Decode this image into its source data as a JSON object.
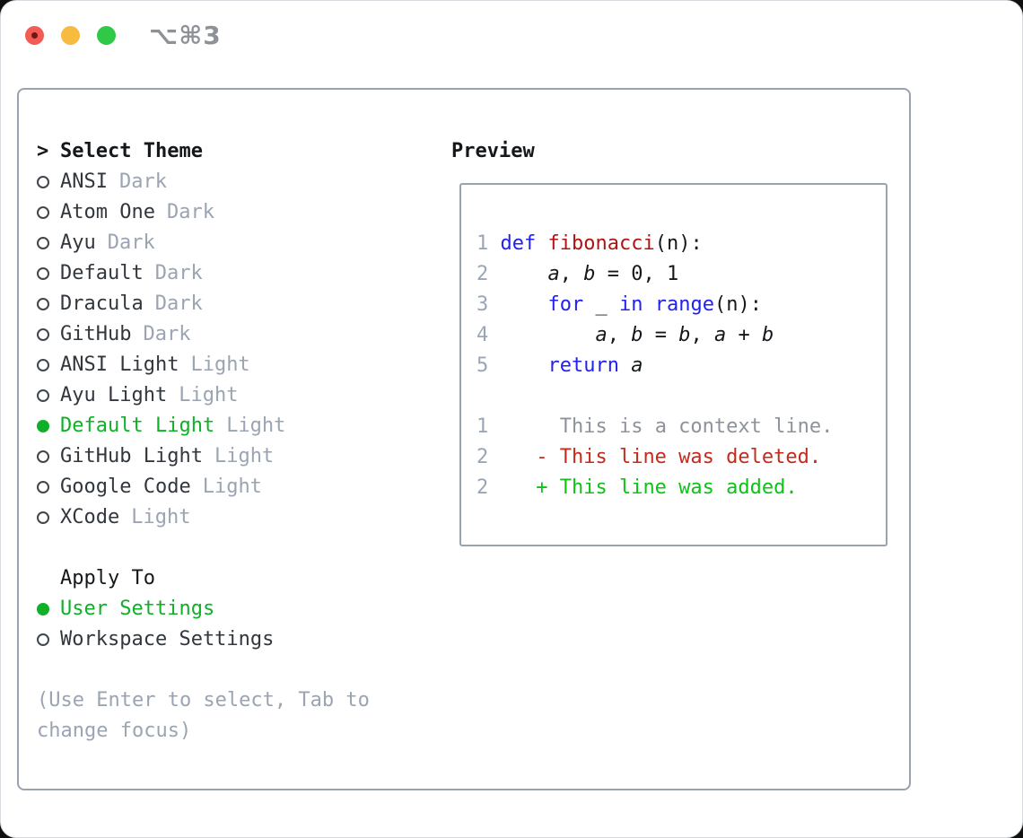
{
  "titlebar": {
    "shortcut": "⌥⌘3"
  },
  "theme_selector": {
    "prompt": ">",
    "title": "Select Theme",
    "items": [
      {
        "name": "ANSI",
        "variant": "Dark",
        "selected": false
      },
      {
        "name": "Atom One",
        "variant": "Dark",
        "selected": false
      },
      {
        "name": "Ayu",
        "variant": "Dark",
        "selected": false
      },
      {
        "name": "Default",
        "variant": "Dark",
        "selected": false
      },
      {
        "name": "Dracula",
        "variant": "Dark",
        "selected": false
      },
      {
        "name": "GitHub",
        "variant": "Dark",
        "selected": false
      },
      {
        "name": "ANSI Light",
        "variant": "Light",
        "selected": false
      },
      {
        "name": "Ayu Light",
        "variant": "Light",
        "selected": false
      },
      {
        "name": "Default Light",
        "variant": "Light",
        "selected": true
      },
      {
        "name": "GitHub Light",
        "variant": "Light",
        "selected": false
      },
      {
        "name": "Google Code",
        "variant": "Light",
        "selected": false
      },
      {
        "name": "XCode",
        "variant": "Light",
        "selected": false
      }
    ]
  },
  "apply_to": {
    "title": "Apply To",
    "options": [
      {
        "label": "User Settings",
        "selected": true
      },
      {
        "label": "Workspace Settings",
        "selected": false
      }
    ]
  },
  "help_lines": [
    "(Use Enter to select, Tab to",
    "change focus)"
  ],
  "preview": {
    "title": "Preview",
    "lines": [
      [
        [
          "1",
          "ln"
        ],
        [
          " ",
          "pl"
        ],
        [
          "def",
          "kw"
        ],
        [
          " ",
          "pl"
        ],
        [
          "fibonacci",
          "fn"
        ],
        [
          "(n):",
          "pl"
        ]
      ],
      [
        [
          "2",
          "ln"
        ],
        [
          "     ",
          "pl"
        ],
        [
          "a",
          "var"
        ],
        [
          ", ",
          "pl"
        ],
        [
          "b",
          "var"
        ],
        [
          " = 0, 1",
          "pl"
        ]
      ],
      [
        [
          "3",
          "ln"
        ],
        [
          "     ",
          "pl"
        ],
        [
          "for",
          "kw"
        ],
        [
          " _ ",
          "pl"
        ],
        [
          "in",
          "kw"
        ],
        [
          " ",
          "pl"
        ],
        [
          "range",
          "kw"
        ],
        [
          "(n):",
          "pl"
        ]
      ],
      [
        [
          "4",
          "ln"
        ],
        [
          "         ",
          "pl"
        ],
        [
          "a",
          "var"
        ],
        [
          ", ",
          "pl"
        ],
        [
          "b",
          "var"
        ],
        [
          " = ",
          "pl"
        ],
        [
          "b",
          "var"
        ],
        [
          ", ",
          "pl"
        ],
        [
          "a",
          "var"
        ],
        [
          " + ",
          "pl"
        ],
        [
          "b",
          "var"
        ]
      ],
      [
        [
          "5",
          "ln"
        ],
        [
          "     ",
          "pl"
        ],
        [
          "return",
          "kw"
        ],
        [
          " ",
          "pl"
        ],
        [
          "a",
          "var"
        ]
      ],
      [],
      [
        [
          "1",
          "ln"
        ],
        [
          "      ",
          "pl"
        ],
        [
          "This is a context line.",
          "ctx"
        ]
      ],
      [
        [
          "2",
          "ln"
        ],
        [
          "    ",
          "pl"
        ],
        [
          "- This line was deleted.",
          "del"
        ]
      ],
      [
        [
          "2",
          "ln"
        ],
        [
          "    ",
          "pl"
        ],
        [
          "+ This line was added.",
          "add"
        ]
      ]
    ]
  },
  "colors": {
    "green": "#0fb028",
    "kw": "#2121f0",
    "fn": "#b01412",
    "del": "#c62a1a",
    "add": "#0cc414",
    "ctx": "#8d939b",
    "ln": "#9aa6b6",
    "muted": "#9aa4b2",
    "item": "#32373d",
    "text": "#15181b",
    "code": "#15181b",
    "border": "#99a2ae",
    "ring": "#40464d",
    "tl-red": "#f25c54",
    "tl-yellow": "#f6bb3f",
    "tl-green": "#2ec946",
    "shortcut": "#8e9298"
  }
}
